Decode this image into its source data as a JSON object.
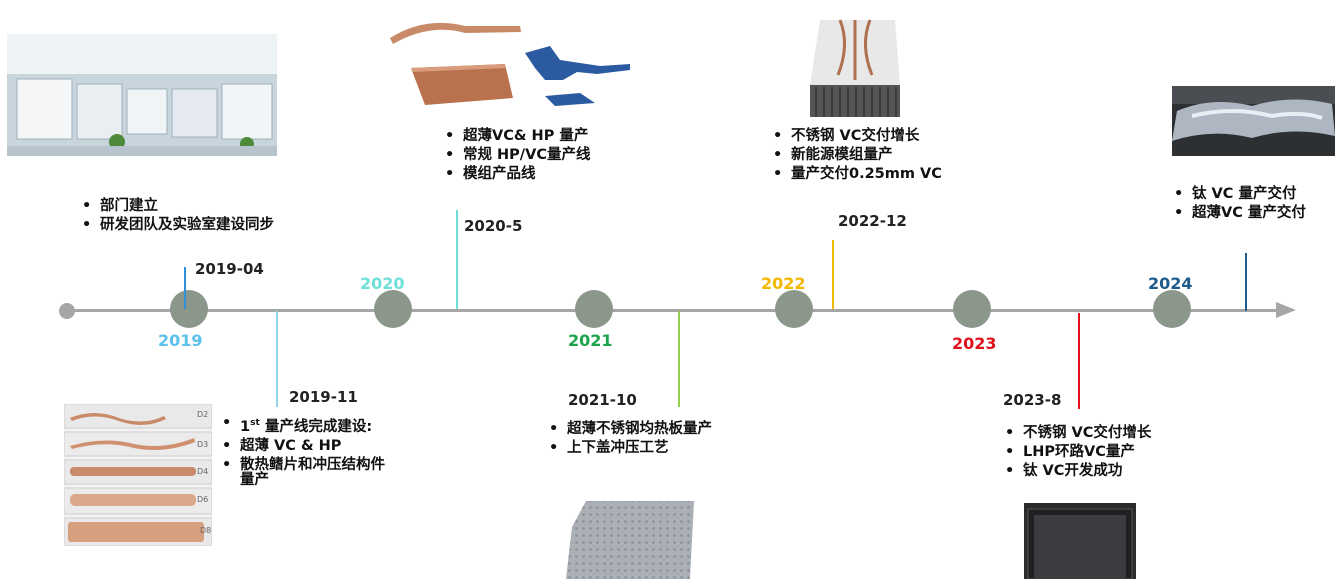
{
  "colors": {
    "axis": "#a6a6a6",
    "node": "#8b978a",
    "y2019": "#5bc0eb",
    "y2020": "#6ee0d8",
    "y2021": "#1aa34a",
    "y2022": "#f5b800",
    "y2023": "#e0111b",
    "y2024": "#1f5c8c"
  },
  "years": [
    "2019",
    "2020",
    "2021",
    "2022",
    "2023",
    "2024"
  ],
  "milestones": [
    {
      "date": "2019-04",
      "items": [
        "部门建立",
        "研发团队及实验室建设同步"
      ]
    },
    {
      "date": "2019-11",
      "items": [
        "量产线完成建设:",
        "超薄 VC & HP",
        "散热鳍片和冲压结构件",
        "量产"
      ],
      "first_prefix": "1",
      "first_sup": "st"
    },
    {
      "date": "2020-5",
      "items": [
        "超薄VC& HP 量产",
        "常规 HP/VC量产线",
        "模组产品线"
      ]
    },
    {
      "date": "2021-10",
      "items": [
        "超薄不锈钢均热板量产",
        "上下盖冲压工艺"
      ]
    },
    {
      "date": "2022-12",
      "items": [
        "不锈钢 VC交付增长",
        "新能源模组量产",
        "量产交付0.25mm VC"
      ]
    },
    {
      "date": "2023-8",
      "items": [
        "不锈钢 VC交付增长",
        "LHP环路VC量产",
        "钛 VC开发成功"
      ]
    },
    {
      "date": "",
      "items": [
        "钛 VC  量产交付",
        "超薄VC 量产交付"
      ]
    }
  ],
  "sample_labels": [
    "D2",
    "D3",
    "D4",
    "D6",
    "D8"
  ]
}
